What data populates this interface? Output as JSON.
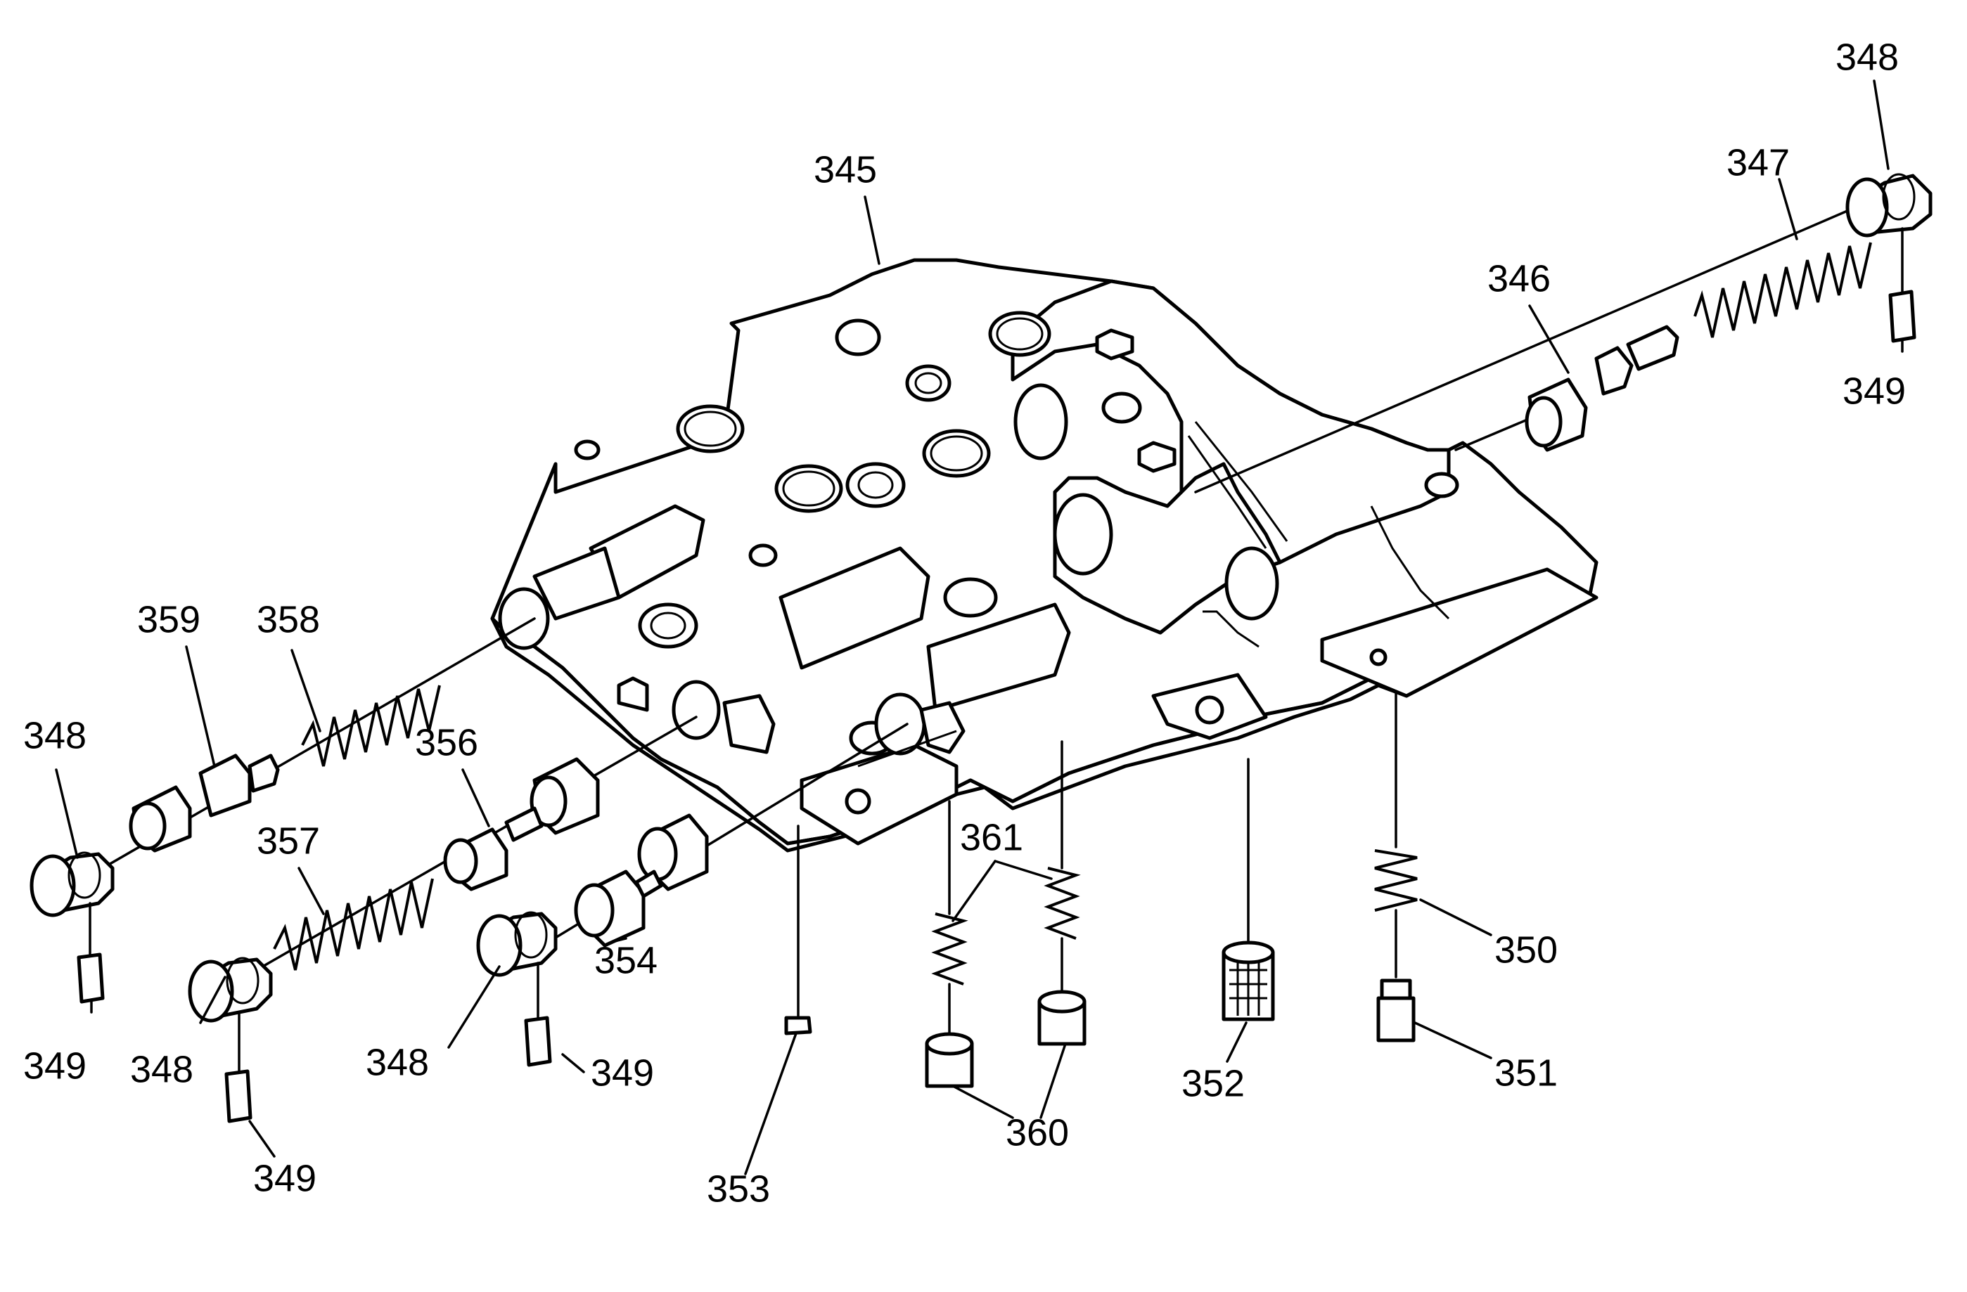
{
  "figure": {
    "background": "#ffffff",
    "line_color": "#000000",
    "callouts": [
      {
        "id": "c345",
        "label": "345"
      },
      {
        "id": "c346",
        "label": "346"
      },
      {
        "id": "c347",
        "label": "347"
      },
      {
        "id": "c348a",
        "label": "348"
      },
      {
        "id": "c349a",
        "label": "349"
      },
      {
        "id": "c359",
        "label": "359"
      },
      {
        "id": "c358",
        "label": "358"
      },
      {
        "id": "c348b",
        "label": "348"
      },
      {
        "id": "c356",
        "label": "356"
      },
      {
        "id": "c357",
        "label": "357"
      },
      {
        "id": "c354",
        "label": "354"
      },
      {
        "id": "c349b",
        "label": "349"
      },
      {
        "id": "c348c",
        "label": "348"
      },
      {
        "id": "c348d",
        "label": "348"
      },
      {
        "id": "c349c",
        "label": "349"
      },
      {
        "id": "c349d",
        "label": "349"
      },
      {
        "id": "c353",
        "label": "353"
      },
      {
        "id": "c361",
        "label": "361"
      },
      {
        "id": "c360",
        "label": "360"
      },
      {
        "id": "c352",
        "label": "352"
      },
      {
        "id": "c350",
        "label": "350"
      },
      {
        "id": "c351",
        "label": "351"
      }
    ]
  }
}
